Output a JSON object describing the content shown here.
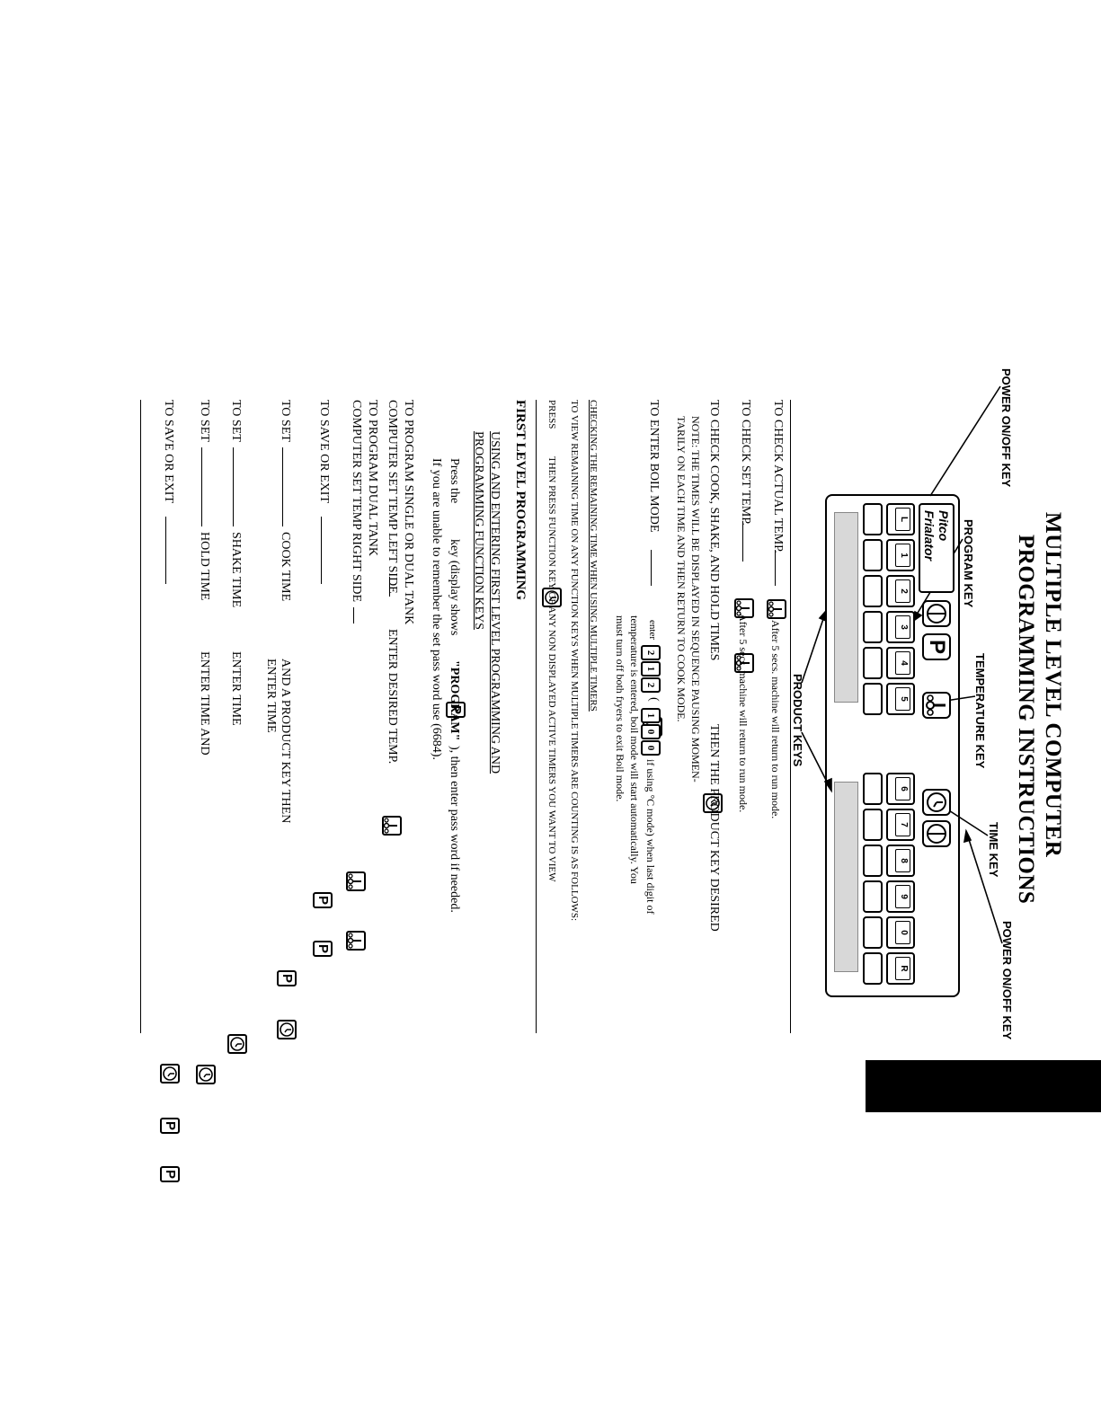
{
  "title": {
    "line1": "MULTIPLE LEVEL COMPUTER",
    "line2": "PROGRAMMING INSTRUCTIONS"
  },
  "callouts": {
    "power_left": "POWER ON/OFF KEY",
    "program": "PROGRAM KEY",
    "temperature": "TEMPERATURE KEY",
    "time": "TIME KEY",
    "power_right": "POWER ON/OFF KEY",
    "product": "PRODUCT KEYS"
  },
  "panel": {
    "logo_line1": "Pitco",
    "logo_line2": "Frialator",
    "left_keys": [
      "L",
      "1",
      "2",
      "3",
      "4",
      "5"
    ],
    "right_keys": [
      "6",
      "7",
      "8",
      "9",
      "0",
      "R"
    ]
  },
  "checks": {
    "actual_temp": "TO CHECK ACTUAL TEMP.",
    "actual_temp_note": "After 5 secs. machine will return to run mode.",
    "set_temp": "TO CHECK SET TEMP.",
    "set_temp_note": "After 5 secs. machine will return to run mode.",
    "cook_times": "TO CHECK COOK, SHAKE, AND HOLD TIMES",
    "cook_times_then": "THEN THE PRODUCT KEY DESIRED",
    "cook_note1": "NOTE: THE TIMES WILL BE DISPLAYED IN SEQUENCE PAUSING MOMEN-",
    "cook_note2": "TARILY ON EACH TIME AND THEN RETURN TO COOK MODE.",
    "boil": "TO ENTER BOIL MODE",
    "boil_enter": "enter",
    "boil_digits_f": [
      "2",
      "1",
      "2"
    ],
    "boil_digits_c": [
      "1",
      "0",
      "0"
    ],
    "boil_paren": "(",
    "boil_note1": "if using °C mode) when last digit of",
    "boil_note2": "temperature is entered, boil mode will start automatically. You",
    "boil_note3": "must turn off both fryers to exit Boil mode."
  },
  "timers": {
    "header": "CHECKING THE REMAINING TIME WHEN USING MULTIPLE TIMERS",
    "line1": "TO VIEW REMAINING TIME ON ANY FUNCTION KEYS WHEN MULTIPLE TIMERS ARE COUNTING IS AS FOLLOWS:",
    "press": "PRESS",
    "line2": "THEN PRESS FUNCTION KEY OF ANY NON DISPLAYED ACTIVE TIMERS YOU WANT TO VIEW"
  },
  "first_level": {
    "header": "FIRST LEVEL PROGRAMMING",
    "sub1": "USING AND ENTERING FIRST LEVEL PROGRAMMING AND",
    "sub2": "PROGRAMMING FUNCTION KEYS",
    "press_the": "Press the",
    "key_text": "key (display shows",
    "program_word": "\"PROGRAM\"",
    "then_enter": "), then enter pass word if needed.",
    "unable": "If you are unable to remember the set pass word use (6684).",
    "prog_single": "TO PROGRAM SINGLE OR DUAL TANK",
    "prog_single2": "COMPUTER SET TEMP LEFT SIDE",
    "enter_temp": "ENTER DESIRED TEMP.",
    "prog_dual": "TO PROGRAM DUAL TANK",
    "prog_dual2": "COMPUTER SET TEMP RIGHT SIDE",
    "save_exit_1": "TO SAVE OR EXIT",
    "to_set_cook": "TO SET",
    "cook_time": "COOK TIME",
    "and_product": "AND A PRODUCT KEY THEN",
    "enter_time": "ENTER TIME",
    "to_set_shake": "TO SET",
    "shake_time": "SHAKE TIME",
    "enter_time2": "ENTER TIME",
    "to_set_hold": "TO SET",
    "hold_time": "HOLD TIME",
    "enter_time_and": "ENTER TIME AND",
    "save_exit_2": "TO SAVE OR EXIT",
    "p_letter": "P"
  }
}
